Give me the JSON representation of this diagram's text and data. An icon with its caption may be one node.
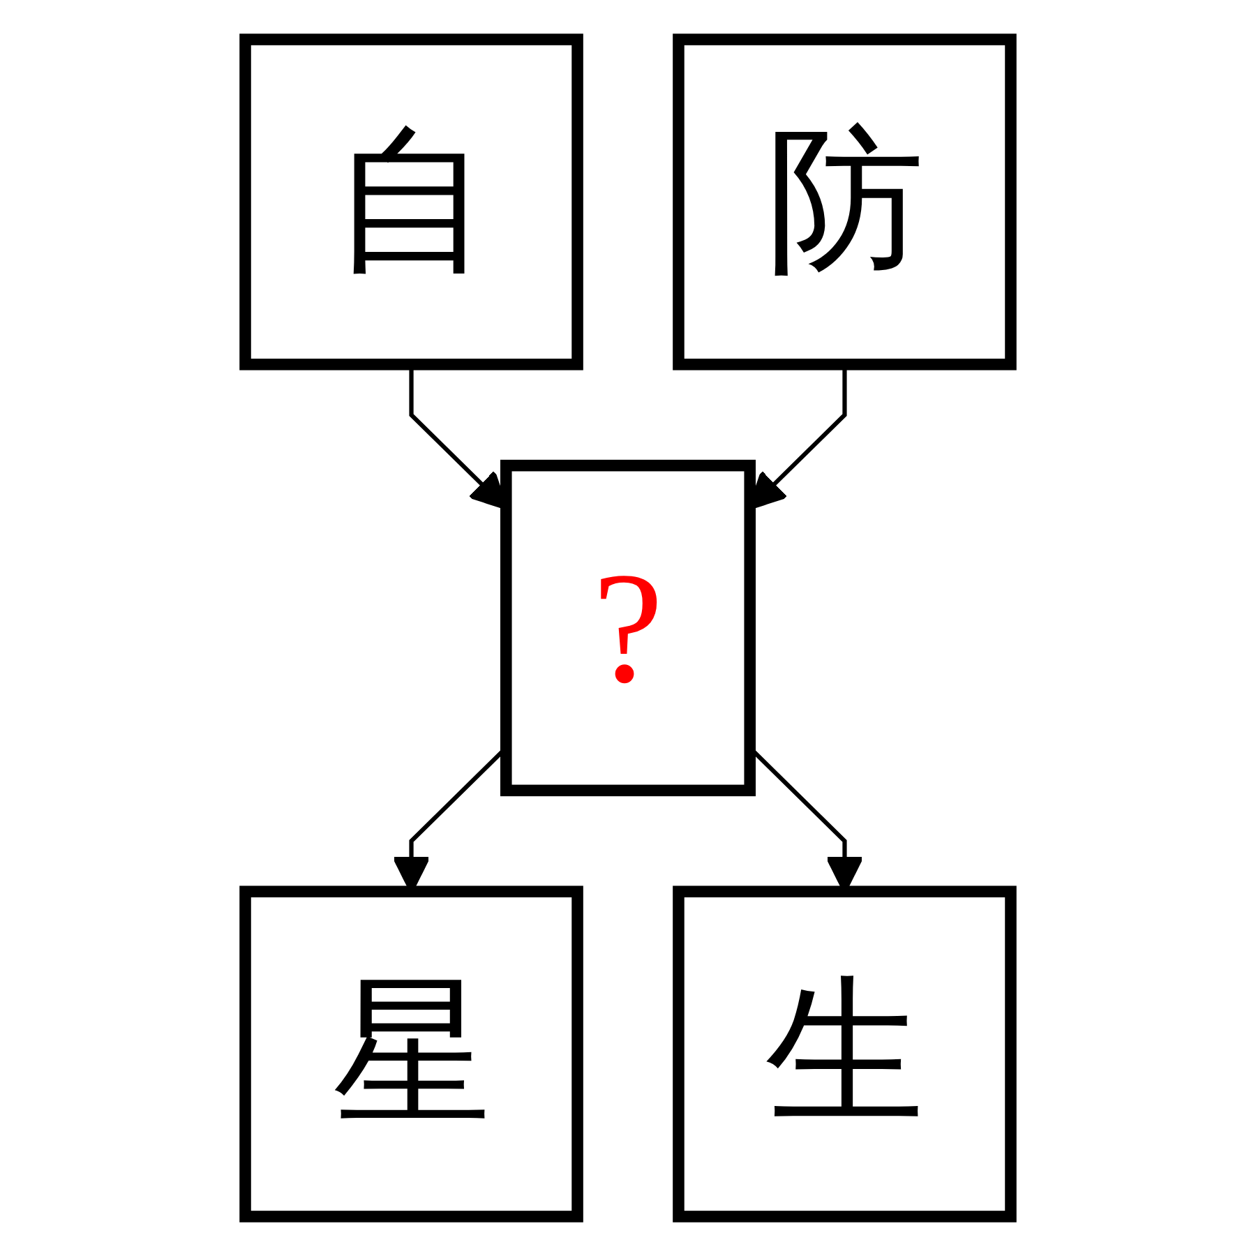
{
  "diagram": {
    "nodes": [
      {
        "text": [
          "自"
        ]
      },
      {
        "text": [
          "防"
        ]
      },
      {
        "text": [
          "?"
        ]
      },
      {
        "text": [
          "星"
        ]
      },
      {
        "text": [
          "生"
        ]
      }
    ],
    "edges": [
      {
        "from": 0,
        "to": 2,
        "arrow": "to"
      },
      {
        "from": 1,
        "to": 2,
        "arrow": "to"
      },
      {
        "from": 2,
        "to": 3,
        "arrow": "to"
      },
      {
        "from": 2,
        "to": 4,
        "arrow": "to"
      }
    ]
  }
}
